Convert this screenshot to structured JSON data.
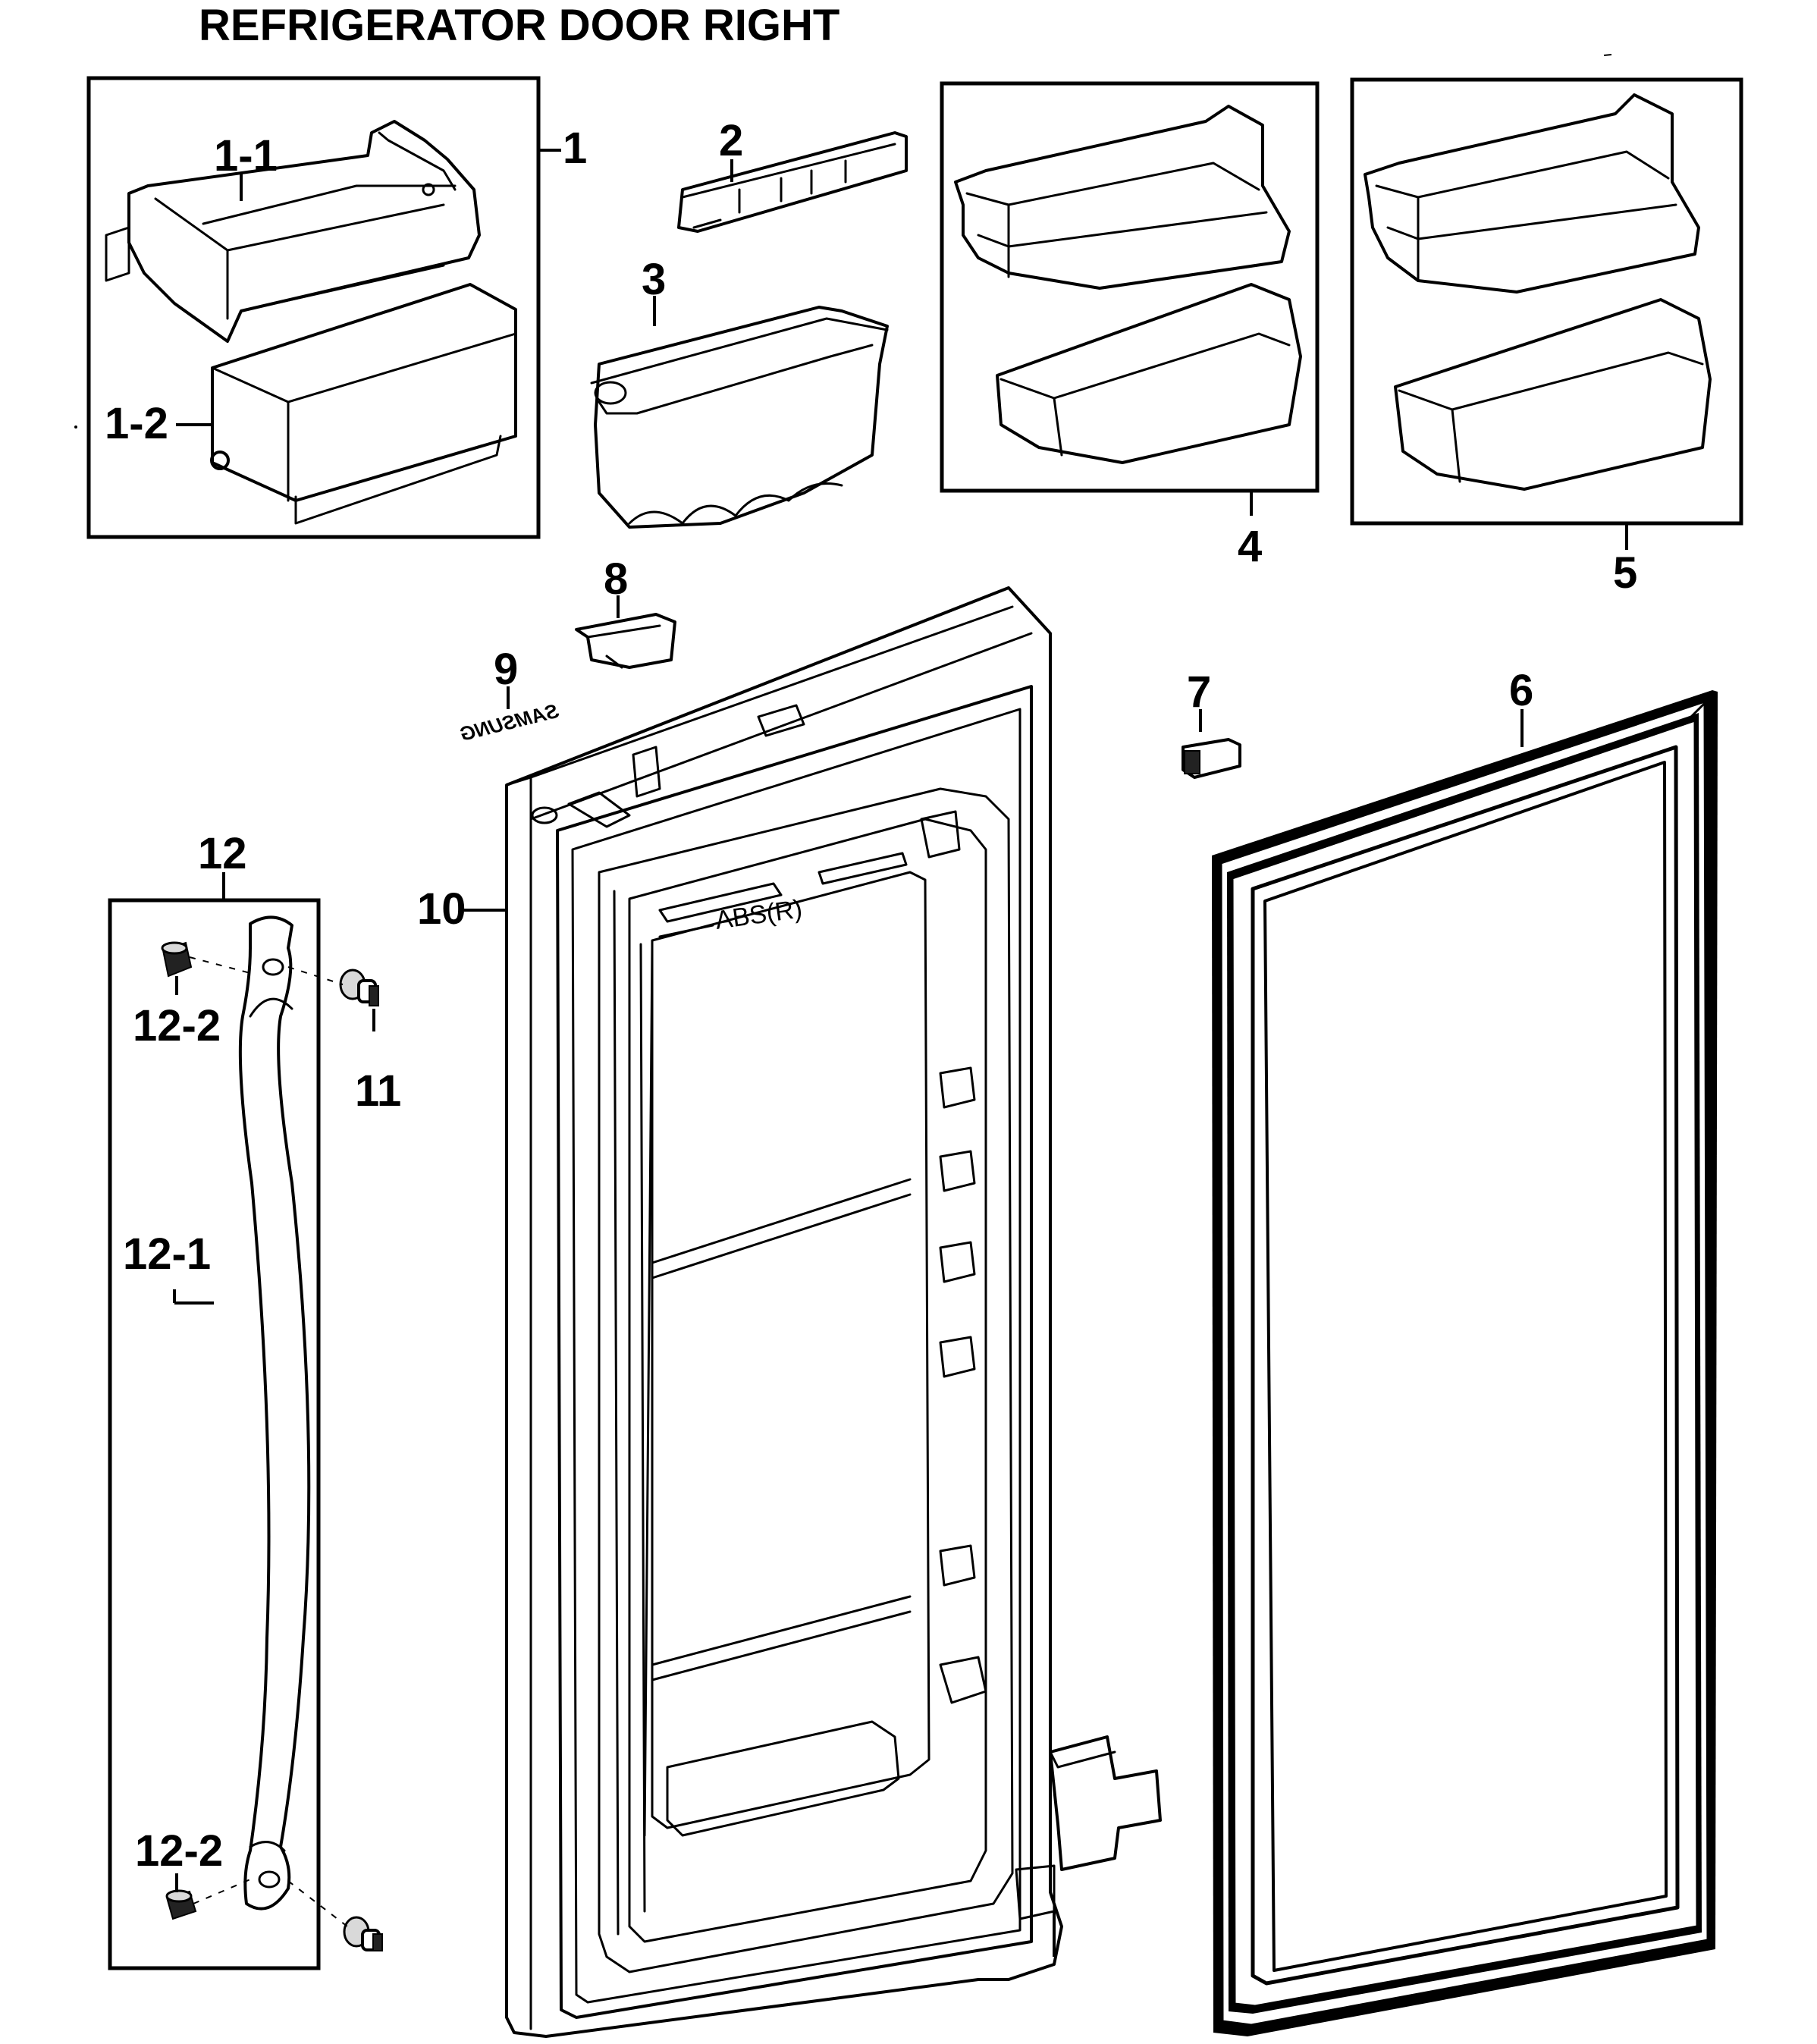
{
  "title": "REFRIGERATOR DOOR RIGHT",
  "callouts": {
    "c1": "1",
    "c1_1": "1-1",
    "c1_2": "1-2",
    "c2": "2",
    "c3": "3",
    "c4": "4",
    "c5": "5",
    "c6": "6",
    "c7": "7",
    "c8": "8",
    "c9": "9",
    "c10": "10",
    "c11": "11",
    "c12": "12",
    "c12_1": "12-1",
    "c12_2_top": "12-2",
    "c12_2_bottom": "12-2"
  },
  "door_marking": "ABS(R)",
  "logo_text": "SAMSUNG"
}
